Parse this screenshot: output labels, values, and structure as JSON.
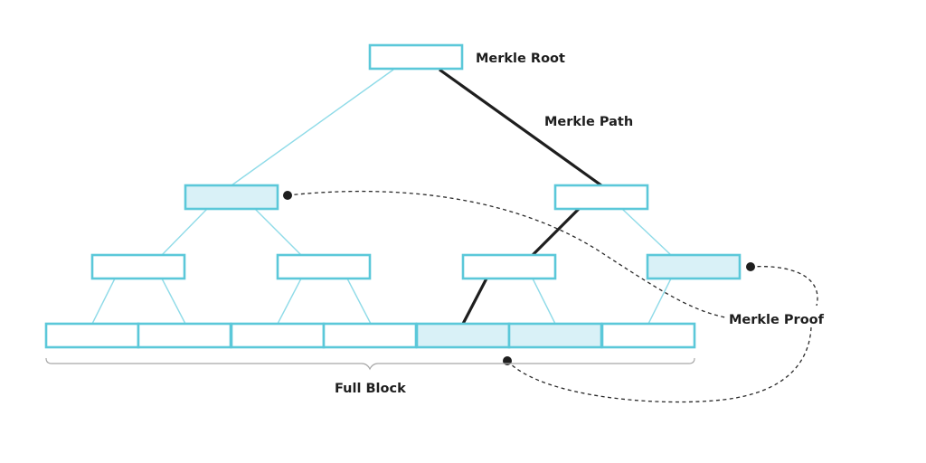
{
  "labels": {
    "merkle_root": "Merkle Root",
    "merkle_path": "Merkle Path",
    "merkle_proof": "Merkle Proof",
    "full_block": "Full Block"
  },
  "colors": {
    "node_stroke": "#5bc8d9",
    "node_highlight_fill": "#d9f1f7",
    "tree_line": "#8fdbe8",
    "path_line": "#1e1e1e"
  },
  "tree": {
    "levels": [
      {
        "level": "root",
        "nodes": [
          {
            "highlighted": false
          }
        ]
      },
      {
        "level": "level-1",
        "nodes": [
          {
            "highlighted": true
          },
          {
            "highlighted": false
          }
        ]
      },
      {
        "level": "level-2",
        "nodes": [
          {
            "highlighted": false
          },
          {
            "highlighted": false
          },
          {
            "highlighted": false
          },
          {
            "highlighted": true
          }
        ]
      },
      {
        "level": "leaves",
        "nodes": [
          {
            "highlighted": false
          },
          {
            "highlighted": false
          },
          {
            "highlighted": false
          },
          {
            "highlighted": false
          },
          {
            "highlighted": true
          },
          {
            "highlighted": true
          },
          {
            "highlighted": false
          }
        ]
      }
    ]
  }
}
